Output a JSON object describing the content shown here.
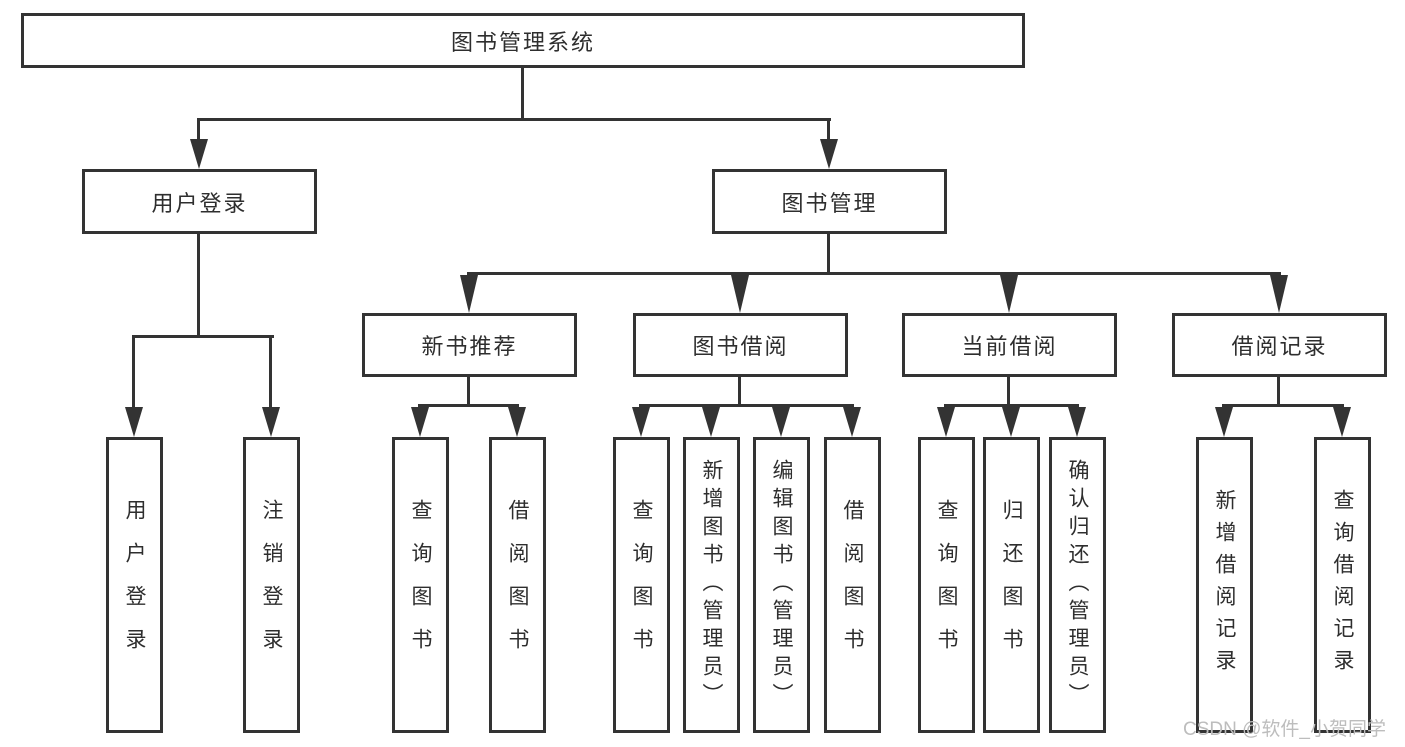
{
  "colors": {
    "line": "#333333",
    "box_border": "#333333",
    "text": "#2e2e2e",
    "watermark": "#bdbdbd",
    "background": "#ffffff"
  },
  "watermark": {
    "text": "CSDN @软件_小贺同学"
  },
  "tree": {
    "root": {
      "label": "图书管理系统"
    },
    "branches": [
      {
        "label": "用户登录",
        "children": [
          {
            "label": "用户登录"
          },
          {
            "label": "注销登录"
          }
        ]
      },
      {
        "label": "图书管理",
        "children": [
          {
            "label": "新书推荐",
            "children": [
              {
                "label": "查询图书"
              },
              {
                "label": "借阅图书"
              }
            ]
          },
          {
            "label": "图书借阅",
            "children": [
              {
                "label": "查询图书"
              },
              {
                "label": "新增图书（管理员）"
              },
              {
                "label": "编辑图书（管理员）"
              },
              {
                "label": "借阅图书"
              }
            ]
          },
          {
            "label": "当前借阅",
            "children": [
              {
                "label": "查询图书"
              },
              {
                "label": "归还图书"
              },
              {
                "label": "确认归还（管理员）"
              }
            ]
          },
          {
            "label": "借阅记录",
            "children": [
              {
                "label": "新增借阅记录"
              },
              {
                "label": "查询借阅记录"
              }
            ]
          }
        ]
      }
    ]
  }
}
